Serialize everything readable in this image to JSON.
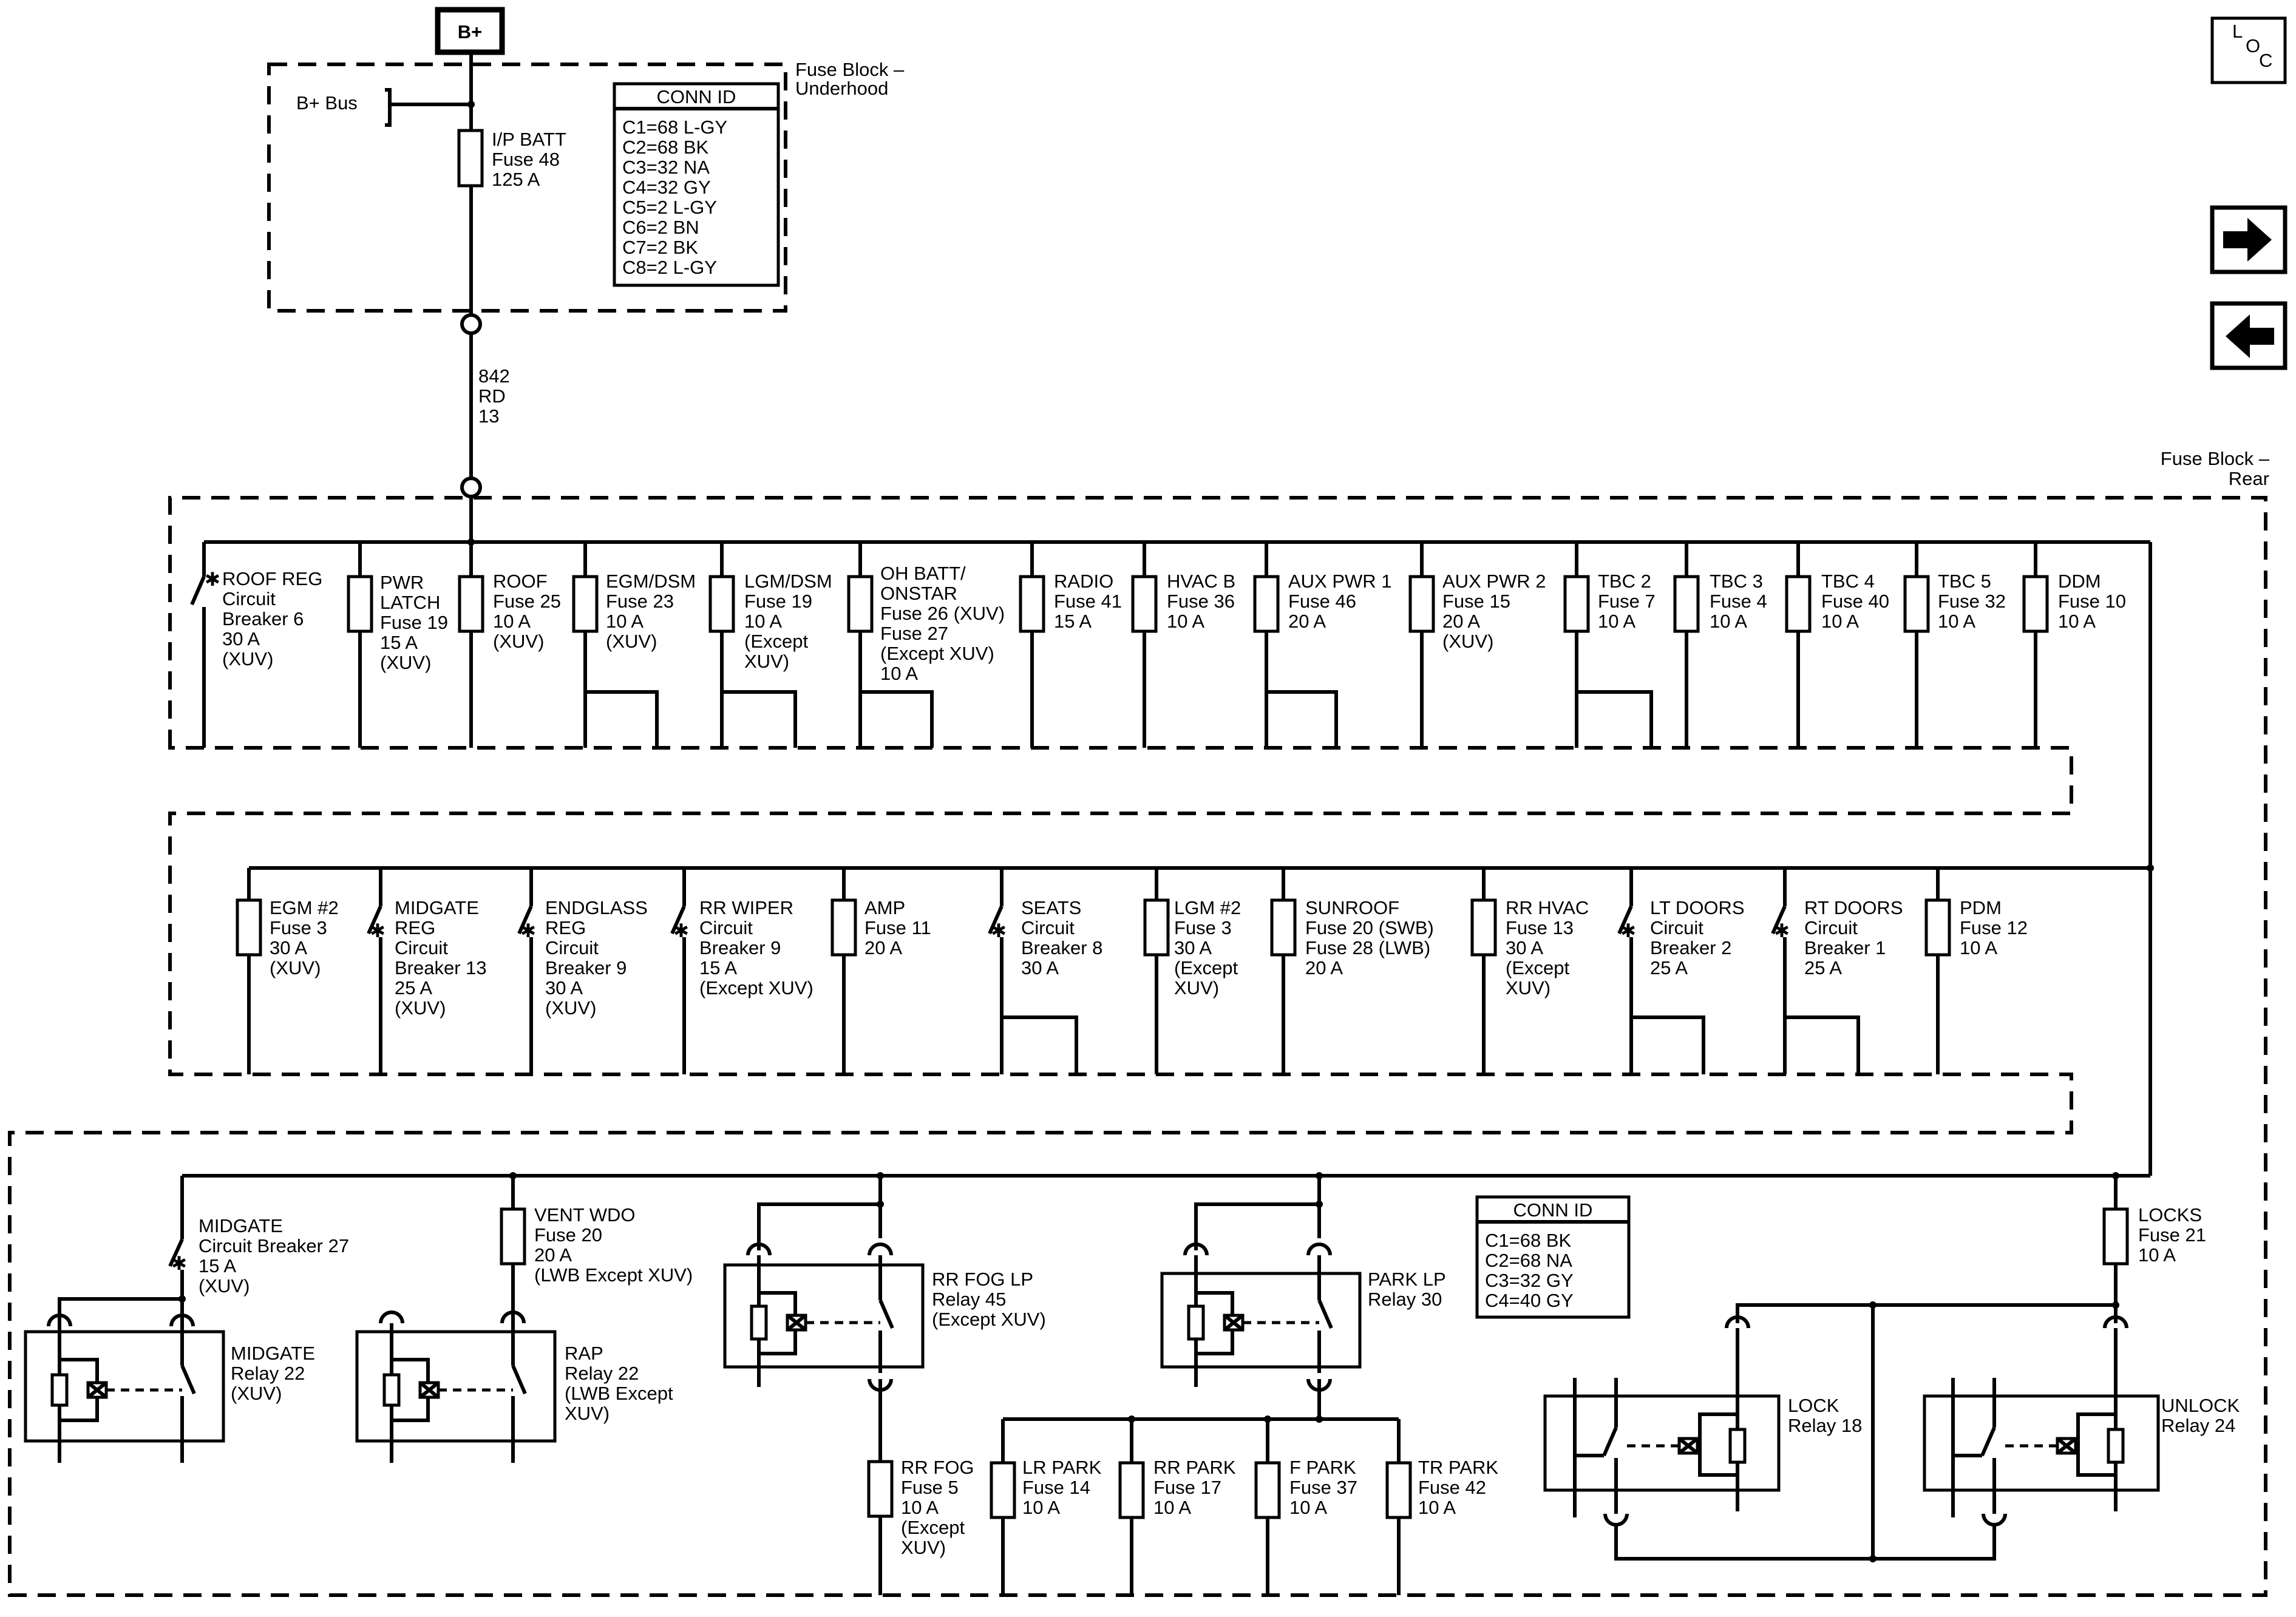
{
  "header": {
    "bplus": "B+",
    "bplus_bus": "B+ Bus",
    "loc": [
      "L",
      "O",
      "C"
    ]
  },
  "nav": {
    "forward_icon": "arrow-right-icon",
    "back_icon": "arrow-left-icon"
  },
  "underhood": {
    "title": [
      "Fuse Block –",
      "Underhood"
    ],
    "fuse": [
      "I/P BATT",
      "Fuse 48",
      "125 A"
    ],
    "conn_title": "CONN ID",
    "conn": [
      "C1=68 L-GY",
      "C2=68 BK",
      "C3=32 NA",
      "C4=32 GY",
      "C5=2 L-GY",
      "C6=2 BN",
      "C7=2 BK",
      "C8=2 L-GY"
    ]
  },
  "wire": [
    "842",
    "RD",
    "13"
  ],
  "rear": {
    "title": [
      "Fuse Block –",
      "Rear"
    ],
    "row1": [
      [
        "ROOF REG",
        "Circuit",
        "Breaker 6",
        "30 A",
        "(XUV)"
      ],
      [
        "PWR",
        "LATCH",
        "Fuse 19",
        "15 A",
        "(XUV)"
      ],
      [
        "ROOF",
        "Fuse 25",
        "10 A",
        "(XUV)"
      ],
      [
        "EGM/DSM",
        "Fuse 23",
        "10 A",
        "(XUV)"
      ],
      [
        "LGM/DSM",
        "Fuse 19",
        "10 A",
        "(Except",
        "XUV)"
      ],
      [
        "OH BATT/",
        "ONSTAR",
        "Fuse 26 (XUV)",
        "Fuse 27",
        "(Except XUV)",
        "10 A"
      ],
      [
        "RADIO",
        "Fuse 41",
        "15 A"
      ],
      [
        "HVAC B",
        "Fuse 36",
        "10 A"
      ],
      [
        "AUX PWR 1",
        "Fuse 46",
        "20 A"
      ],
      [
        "AUX PWR 2",
        "Fuse 15",
        "20 A",
        "(XUV)"
      ],
      [
        "TBC 2",
        "Fuse 7",
        "10 A"
      ],
      [
        "TBC 3",
        "Fuse 4",
        "10 A"
      ],
      [
        "TBC 4",
        "Fuse 40",
        "10 A"
      ],
      [
        "TBC 5",
        "Fuse 32",
        "10 A"
      ],
      [
        "DDM",
        "Fuse 10",
        "10 A"
      ]
    ],
    "row2": [
      [
        "EGM #2",
        "Fuse 3",
        "30 A",
        "(XUV)"
      ],
      [
        "MIDGATE",
        "REG",
        "Circuit",
        "Breaker 13",
        "25 A",
        "(XUV)"
      ],
      [
        "ENDGLASS",
        "REG",
        "Circuit",
        "Breaker 9",
        "30 A",
        "(XUV)"
      ],
      [
        "RR WIPER",
        "Circuit",
        "Breaker 9",
        "15 A",
        "(Except XUV)"
      ],
      [
        "AMP",
        "Fuse 11",
        "20 A"
      ],
      [
        "SEATS",
        "Circuit",
        "Breaker 8",
        "30 A"
      ],
      [
        "LGM #2",
        "Fuse 3",
        "30 A",
        "(Except",
        "XUV)"
      ],
      [
        "SUNROOF",
        "Fuse 20 (SWB)",
        "Fuse 28 (LWB)",
        "20 A"
      ],
      [
        "RR HVAC",
        "Fuse 13",
        "30 A",
        "(Except",
        "XUV)"
      ],
      [
        "LT DOORS",
        "Circuit",
        "Breaker 2",
        "25 A"
      ],
      [
        "RT DOORS",
        "Circuit",
        "Breaker 1",
        "25 A"
      ],
      [
        "PDM",
        "Fuse 12",
        "10 A"
      ]
    ],
    "row3": {
      "midgate_cb": [
        "MIDGATE",
        "Circuit Breaker 27",
        "15 A",
        "(XUV)"
      ],
      "midgate_relay": [
        "MIDGATE",
        "Relay 22",
        "(XUV)"
      ],
      "vent_wdo": [
        "VENT WDO",
        "Fuse 20",
        "20 A",
        "(LWB Except XUV)"
      ],
      "rap_relay": [
        "RAP",
        "Relay 22",
        "(LWB Except",
        "XUV)"
      ],
      "rr_fog_relay": [
        "RR FOG LP",
        "Relay 45",
        "(Except XUV)"
      ],
      "rr_fog_fuse": [
        "RR FOG",
        "Fuse 5",
        "10 A",
        "(Except",
        "XUV)"
      ],
      "park_relay": [
        "PARK LP",
        "Relay 30"
      ],
      "lr_park": [
        "LR PARK",
        "Fuse 14",
        "10 A"
      ],
      "rr_park": [
        "RR PARK",
        "Fuse 17",
        "10 A"
      ],
      "f_park": [
        "F PARK",
        "Fuse 37",
        "10 A"
      ],
      "tr_park": [
        "TR PARK",
        "Fuse 42",
        "10 A"
      ],
      "conn_title": "CONN ID",
      "conn": [
        "C1=68 BK",
        "C2=68 NA",
        "C3=32 GY",
        "C4=40 GY"
      ],
      "locks": [
        "LOCKS",
        "Fuse 21",
        "10 A"
      ],
      "lock_relay": [
        "LOCK",
        "Relay 18"
      ],
      "unlock_relay": [
        "UNLOCK",
        "Relay 24"
      ]
    }
  }
}
